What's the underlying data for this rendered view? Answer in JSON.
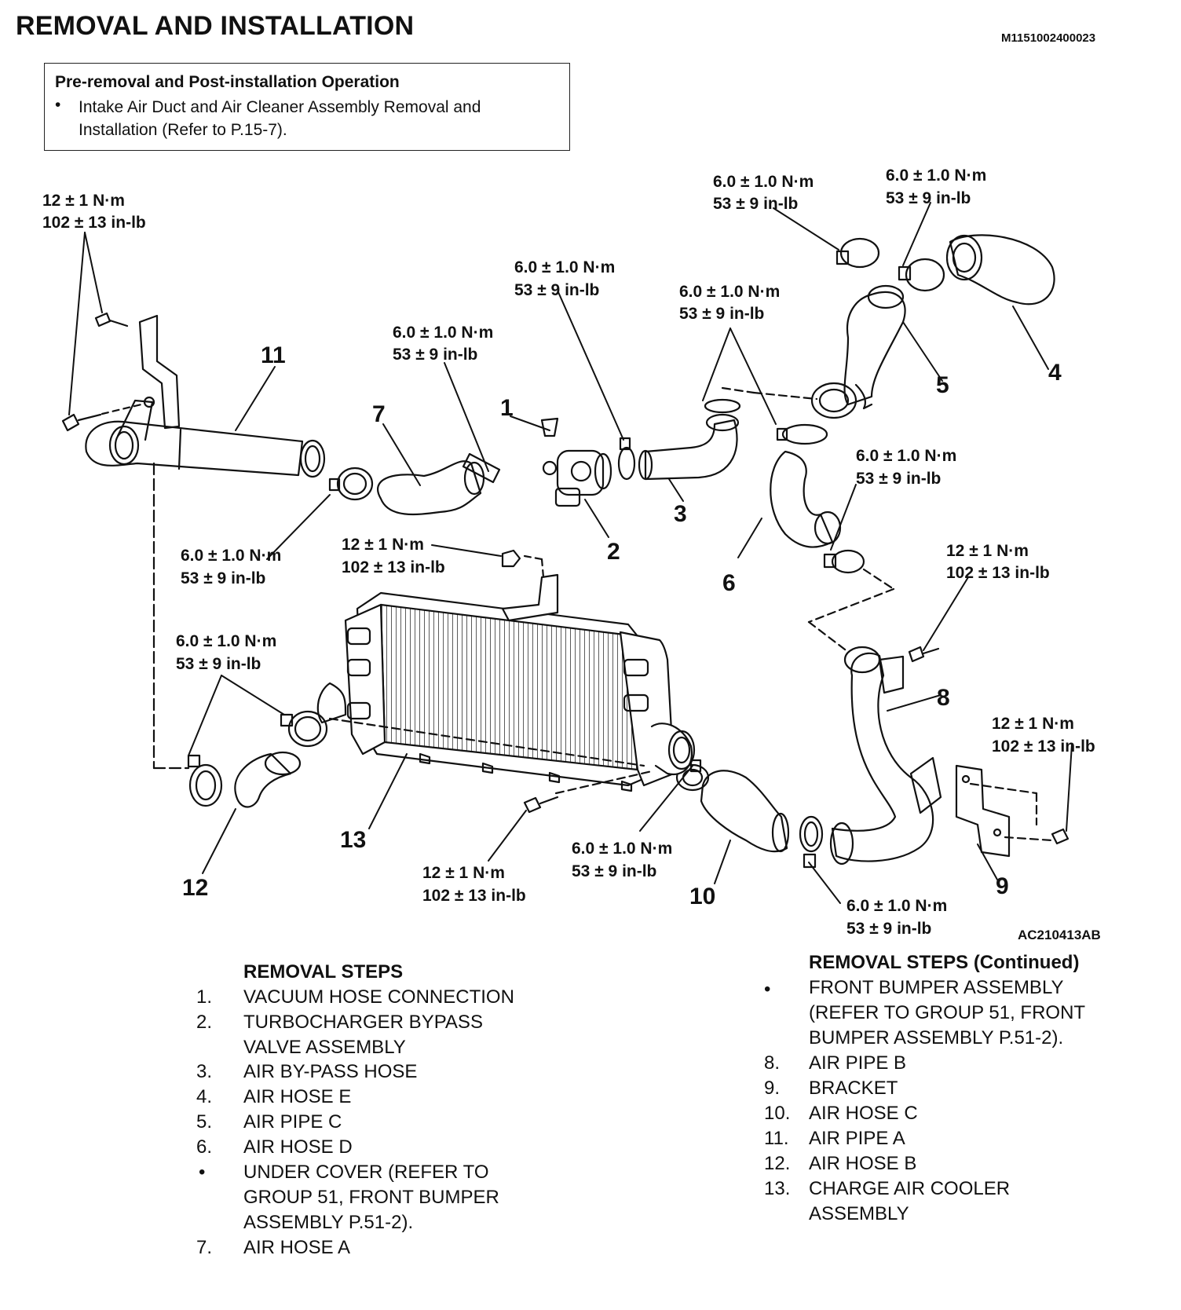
{
  "header": {
    "title": "REMOVAL AND INSTALLATION",
    "doc_id": "M1151002400023"
  },
  "pre_op": {
    "title": "Pre-removal and Post-installation Operation",
    "bullet": "•",
    "line1": "Intake Air Duct and Air Cleaner Assembly Removal and",
    "line2": "Installation (Refer to P.15-7)."
  },
  "diagram": {
    "figure_id": "AC210413AB",
    "callouts": [
      "1",
      "2",
      "3",
      "4",
      "5",
      "6",
      "7",
      "8",
      "9",
      "10",
      "11",
      "12",
      "13"
    ],
    "torque_small_nm": "6.0 ± 1.0 N·m",
    "torque_small_inlb": "53 ± 9 in-lb",
    "torque_large_nm": "12 ± 1 N·m",
    "torque_large_inlb": "102 ± 13 in-lb"
  },
  "steps_left": {
    "heading": "REMOVAL STEPS",
    "items": [
      {
        "num": "1.",
        "lines": [
          "VACUUM HOSE CONNECTION"
        ]
      },
      {
        "num": "2.",
        "lines": [
          "TURBOCHARGER BYPASS",
          "VALVE ASSEMBLY"
        ]
      },
      {
        "num": "3.",
        "lines": [
          "AIR BY-PASS HOSE"
        ]
      },
      {
        "num": "4.",
        "lines": [
          "AIR HOSE E"
        ]
      },
      {
        "num": "5.",
        "lines": [
          "AIR PIPE C"
        ]
      },
      {
        "num": "6.",
        "lines": [
          "AIR HOSE D"
        ]
      },
      {
        "num": "•",
        "lines": [
          "UNDER COVER (REFER TO",
          "GROUP 51, FRONT BUMPER",
          "ASSEMBLY P.51-2)."
        ]
      },
      {
        "num": "7.",
        "lines": [
          "AIR HOSE A"
        ]
      }
    ]
  },
  "steps_right": {
    "heading": "REMOVAL STEPS (Continued)",
    "items": [
      {
        "num": "•",
        "lines": [
          "FRONT BUMPER ASSEMBLY",
          "(REFER TO GROUP 51, FRONT",
          "BUMPER ASSEMBLY P.51-2)."
        ]
      },
      {
        "num": "8.",
        "lines": [
          "AIR PIPE B"
        ]
      },
      {
        "num": "9.",
        "lines": [
          "BRACKET"
        ]
      },
      {
        "num": "10.",
        "lines": [
          "AIR HOSE C"
        ]
      },
      {
        "num": "11.",
        "lines": [
          "AIR PIPE A"
        ]
      },
      {
        "num": "12.",
        "lines": [
          "AIR HOSE B"
        ]
      },
      {
        "num": "13.",
        "lines": [
          "CHARGE AIR COOLER",
          "ASSEMBLY"
        ]
      }
    ]
  }
}
